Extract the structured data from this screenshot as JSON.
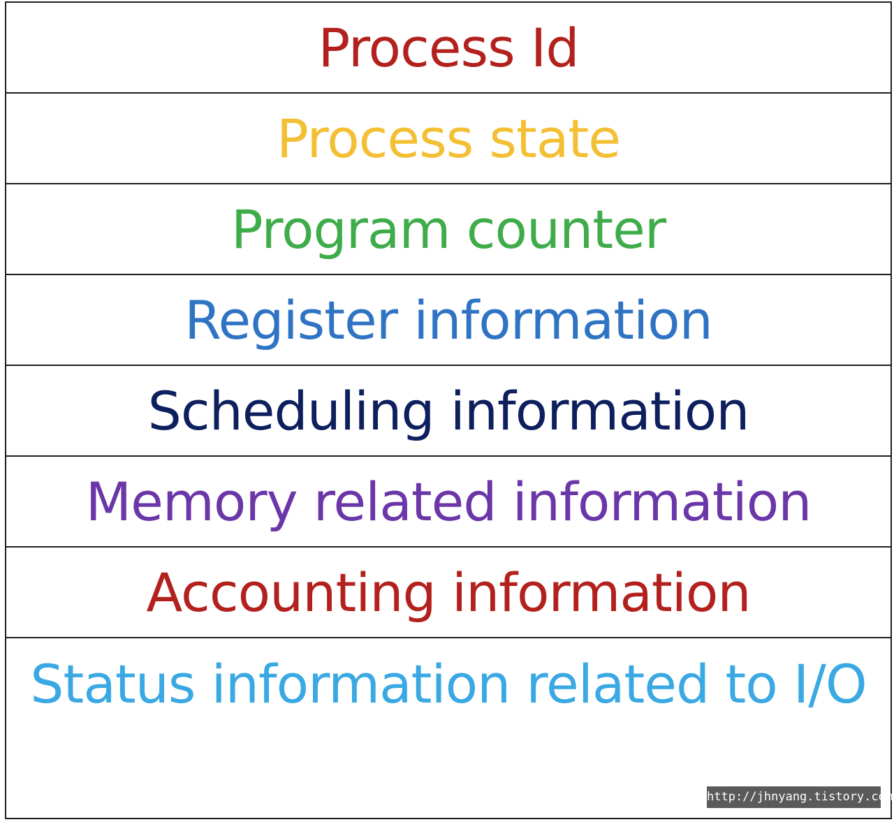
{
  "rows": [
    {
      "label": "Process Id",
      "color": "#b3211e"
    },
    {
      "label": "Process state",
      "color": "#f3bf33"
    },
    {
      "label": "Program counter",
      "color": "#3fac4a"
    },
    {
      "label": "Register information",
      "color": "#2f74c4"
    },
    {
      "label": "Scheduling information",
      "color": "#0e1f5e"
    },
    {
      "label": "Memory related information",
      "color": "#6b36a8"
    },
    {
      "label": "Accounting information",
      "color": "#b3211e"
    },
    {
      "label": "Status information related to I/O",
      "color": "#3aa8e3"
    }
  ],
  "watermark": "http://jhnyang.tistory.com"
}
